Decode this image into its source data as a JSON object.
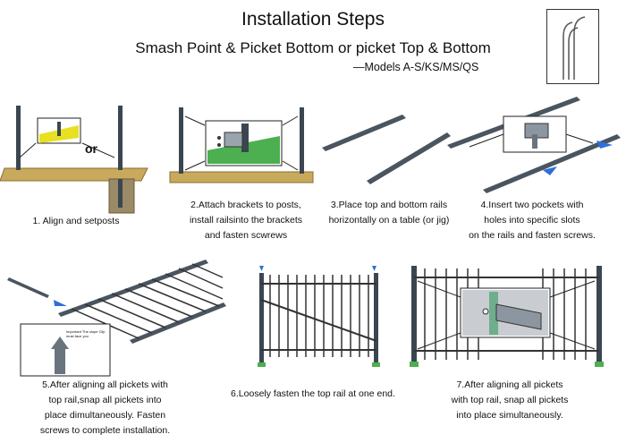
{
  "header": {
    "title": "Installation Steps",
    "subtitle": "Smash Point & Picket Bottom or picket Top & Bottom",
    "models": "—Models A-S/KS/MS/QS"
  },
  "steps": [
    {
      "text": "1. Align and setposts",
      "connector": "or"
    },
    {
      "lines": [
        "2.Attach brackets to posts,",
        "install railsinto the brackets",
        "and fasten scwrews"
      ]
    },
    {
      "lines": [
        "3.Place top and bottom rails",
        "horizontally on a table (or jig)"
      ]
    },
    {
      "lines": [
        "4.Insert two pockets with",
        "holes into specific slots",
        "on the rails and fasten screws."
      ]
    },
    {
      "lines": [
        "5.After aligning all pickets with",
        "top rail,snap all pickets into",
        "place dimultaneously. Fasten",
        "screws to complete installation."
      ],
      "inset_note": "Important The slope Clip must face you"
    },
    {
      "text": "6.Loosely fasten the top rail at one end."
    },
    {
      "lines": [
        "7.After aligning all pickets",
        "with top rail, snap all pickets",
        "into place simultaneously."
      ]
    }
  ],
  "colors": {
    "post": "#3b4650",
    "ground": "#c9a95c",
    "grass": "#4caf50",
    "yellow": "#e8e020",
    "arrow": "#2f6fd8"
  }
}
